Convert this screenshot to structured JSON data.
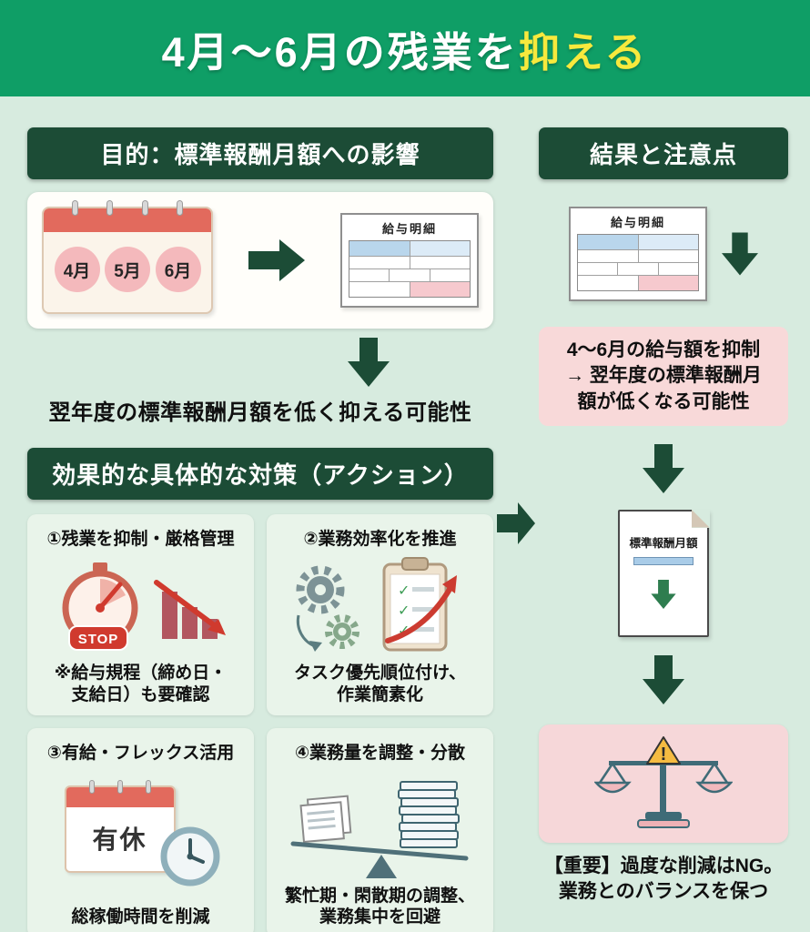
{
  "banner": {
    "title_prefix": "4月〜6月の残業を",
    "title_highlight": "抑える"
  },
  "purpose": {
    "header": "目的：標準報酬月額への影響",
    "months": [
      "4月",
      "5月",
      "6月"
    ],
    "payslip_title": "給与明細",
    "conclusion": "翌年度の標準報酬月額を低く抑える可能性"
  },
  "actions": {
    "header": "効果的な具体的な対策（アクション）",
    "cards": [
      {
        "title": "①残業を抑制・厳格管理",
        "caption": "※給与規程（締め日・\n支給日）も要確認",
        "stop_label": "STOP"
      },
      {
        "title": "②業務効率化を推進",
        "caption": "タスク優先順位付け、\n作業簡素化"
      },
      {
        "title": "③有給・フレックス活用",
        "caption": "総稼働時間を削減",
        "calendar_label": "有休"
      },
      {
        "title": "④業務量を調整・分散",
        "caption": "繁忙期・閑散期の調整、\n業務集中を回避"
      }
    ]
  },
  "results": {
    "header": "結果と注意点",
    "payslip_title": "給与明細",
    "effect_note": "4〜6月の給与額を抑制\n→ 翌年度の標準報酬月\n額が低くなる可能性",
    "doc_title": "標準報酬月額",
    "warning_mark": "!",
    "warning_note": "【重要】過度な削減はNG。\n業務とのバランスを保つ"
  },
  "colors": {
    "banner_green": "#0f9e66",
    "dark_green": "#1c4c36",
    "highlight_yellow": "#f7e93d",
    "background_mint": "#d7ebdf",
    "note_pink": "#f8d9d9",
    "accent_red": "#d03a2e"
  }
}
